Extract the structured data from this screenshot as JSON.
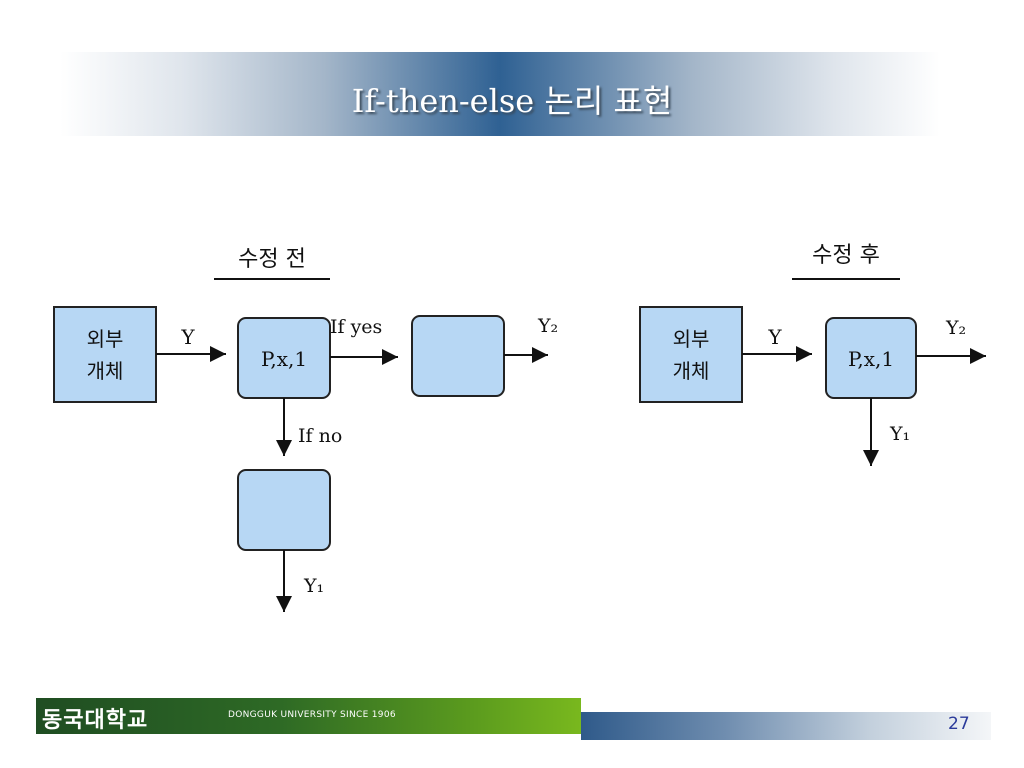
{
  "slide": {
    "title": "If-then-else 논리 표현",
    "page_number": "27"
  },
  "before": {
    "heading": "수정 전",
    "entity_line1": "외부",
    "entity_line2": "개체",
    "input_label": "Y",
    "process_label": "P,x,1",
    "yes_label": "If yes",
    "no_label": "If no",
    "y2_label": "Y₂",
    "y1_label": "Y₁"
  },
  "after": {
    "heading": "수정 후",
    "entity_line1": "외부",
    "entity_line2": "개체",
    "input_label": "Y",
    "process_label": "P,x,1",
    "y2_label": "Y₂",
    "y1_label": "Y₁"
  },
  "footer": {
    "logo_text": "동국대학교",
    "tagline": "DONGGUK UNIVERSITY  SINCE 1906"
  }
}
